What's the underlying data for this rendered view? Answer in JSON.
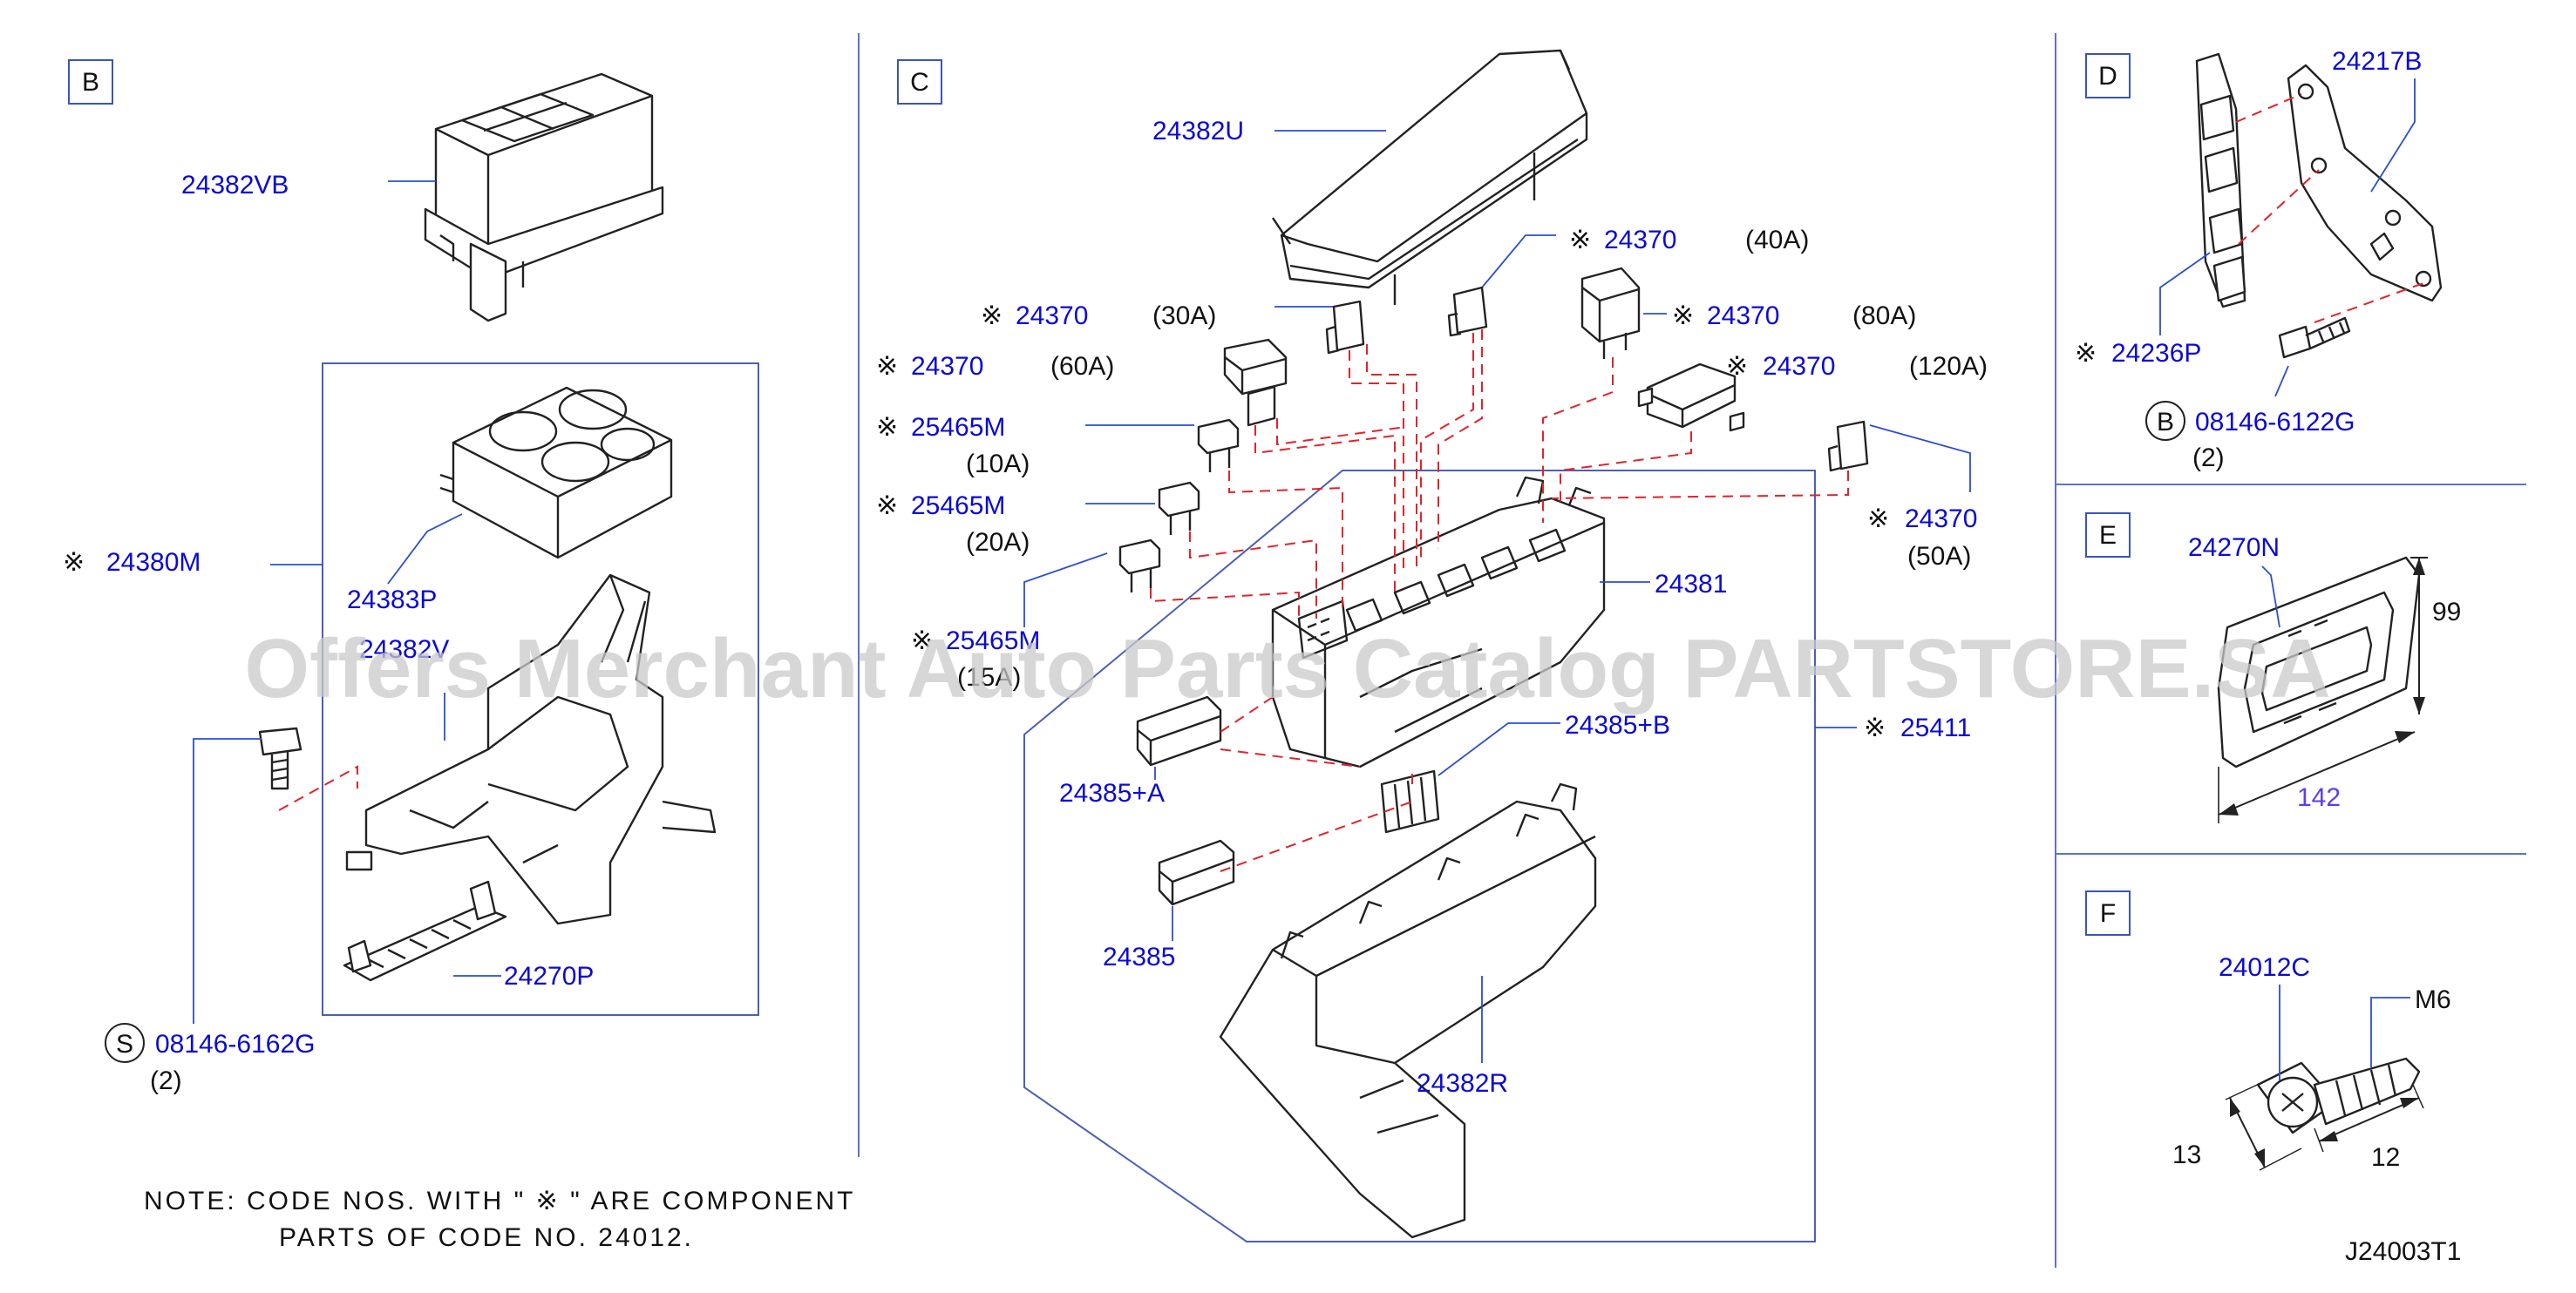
{
  "watermark": "Offers Merchant Auto Parts Catalog PARTSTORE.SA",
  "diagram_code": "J24003T1",
  "note": {
    "line1": "NOTE:  CODE  NOS.  WITH  \" ※ \"  ARE  COMPONENT",
    "line2": "PARTS  OF  CODE  NO.  24012."
  },
  "mark": "※",
  "sections": {
    "B": {
      "label": "B",
      "parts": {
        "p24382VB": "24382VB",
        "p24380M": "24380M",
        "p24383P": "24383P",
        "p24382V": "24382V",
        "p24270P": "24270P",
        "bolt": "08146-6162G",
        "bolt_qty": "(2)",
        "bolt_circle": "S"
      }
    },
    "C": {
      "label": "C",
      "parts": {
        "p24382U": "24382U",
        "f40": "24370",
        "f40_amp": "(40A)",
        "f30": "24370",
        "f30_amp": "(30A)",
        "f80": "24370",
        "f80_amp": "(80A)",
        "f60": "24370",
        "f60_amp": "(60A)",
        "f120": "24370",
        "f120_amp": "(120A)",
        "m10": "25465M",
        "m10_amp": "(10A)",
        "m20": "25465M",
        "m20_amp": "(20A)",
        "m15": "25465M",
        "m15_amp": "(15A)",
        "f50": "24370",
        "f50_amp": "(50A)",
        "p24381": "24381",
        "p24385B": "24385+B",
        "p24385A": "24385+A",
        "p25411": "25411",
        "p24385": "24385",
        "p24382R": "24382R"
      }
    },
    "D": {
      "label": "D",
      "parts": {
        "p24217B": "24217B",
        "p24236P": "24236P",
        "bolt": "08146-6122G",
        "bolt_qty": "(2)",
        "bolt_circle": "B"
      }
    },
    "E": {
      "label": "E",
      "parts": {
        "p24270N": "24270N"
      },
      "dims": {
        "height": "99",
        "width": "142"
      }
    },
    "F": {
      "label": "F",
      "parts": {
        "p24012C": "24012C",
        "thread": "M6"
      },
      "dims": {
        "head": "13",
        "length": "12"
      }
    }
  }
}
